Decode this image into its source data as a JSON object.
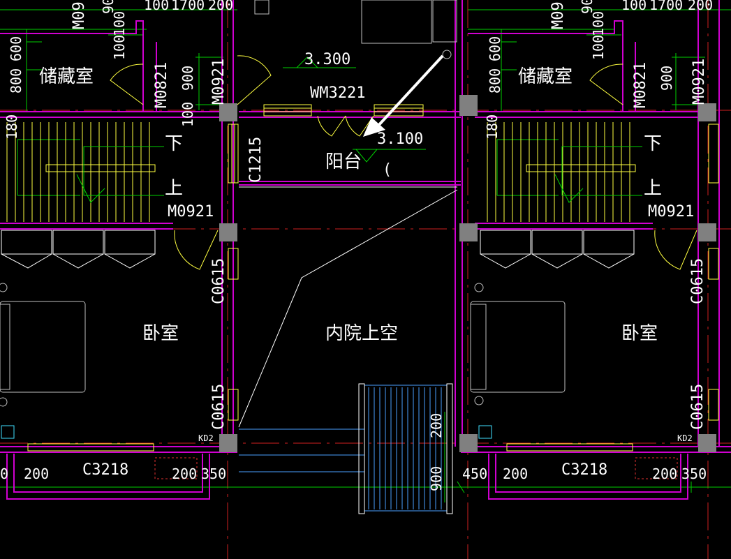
{
  "colors": {
    "background": "#000000",
    "wall": "#d000d0",
    "axis": "#d02020",
    "dimension": "#00d000",
    "window": "#ffff40",
    "text": "#ffffff",
    "column": "#808080",
    "stair_blue": "#4aa0ff",
    "arrow": "#ffffff"
  },
  "labels": {
    "storage_room_left": "储藏室",
    "storage_room_right": "储藏室",
    "balcony": "阳台",
    "courtyard_void": "内院上空",
    "bedroom_left": "卧室",
    "bedroom_right": "卧室",
    "stair_down_left": "下",
    "stair_up_left": "上",
    "stair_down_right": "下",
    "stair_up_right": "上"
  },
  "codes": {
    "door_wm3221": "WM3221",
    "door_m0821_left": "M0821",
    "door_m0821_right": "M0821",
    "door_m0921_left": "M0921",
    "door_m0921_right": "M0921",
    "door_m0921_top_left": "M0921",
    "door_m0921_top_right": "M0921",
    "door_m09_top_left": "M09",
    "door_m09_top_right": "M09",
    "window_c1215": "C1215",
    "window_c0615_a_left": "C0615",
    "window_c0615_b_left": "C0615",
    "window_c0615_a_right": "C0615",
    "window_c0615_b_right": "C0615",
    "window_c3218_left": "C3218",
    "window_c3218_right": "C3218",
    "kd2_left": "KD2",
    "kd2_right": "KD2"
  },
  "levels": {
    "upper": "3.300",
    "balcony": "3.100"
  },
  "dimensions": {
    "top_left": [
      "100",
      "1700",
      "200"
    ],
    "top_right": [
      "100",
      "1700",
      "200"
    ],
    "left_v_storage": [
      "800",
      "600"
    ],
    "right_v_storage": [
      "800",
      "600"
    ],
    "left_900": "900",
    "right_900": "900",
    "left_100_a": "100",
    "left_100_b": "100",
    "left_100_c": "100",
    "right_100_a": "100",
    "right_100_b": "100",
    "left_180": "180",
    "right_180": "180",
    "left_90": "90",
    "right_90": "90",
    "bottom_left": [
      "0",
      "200",
      "200",
      "350"
    ],
    "bottom_mid": [
      "900",
      "200",
      "450"
    ],
    "bottom_right": [
      "200",
      "200",
      "350"
    ]
  }
}
